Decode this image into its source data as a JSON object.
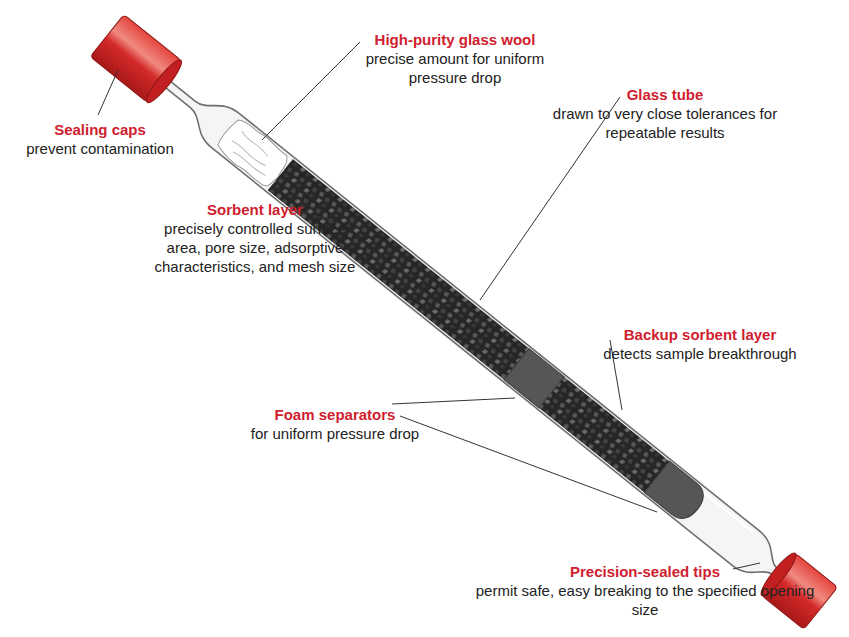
{
  "diagram": {
    "labels": [
      "Sealing caps",
      "prevent contamination",
      "High-purity glass wool",
      "precise amount for uniform pressure drop",
      "Glass tube",
      "drawn to very close tolerances for repeatable results",
      "Sorbent layer",
      "precisely controlled surface area, pore size, adsorptive characteristics, and mesh size",
      "Backup sorbent layer",
      "detects sample breakthrough",
      "Foam separators",
      "for uniform pressure drop",
      "Precision-sealed tips",
      "permit safe, easy breaking to the specified opening size"
    ]
  }
}
